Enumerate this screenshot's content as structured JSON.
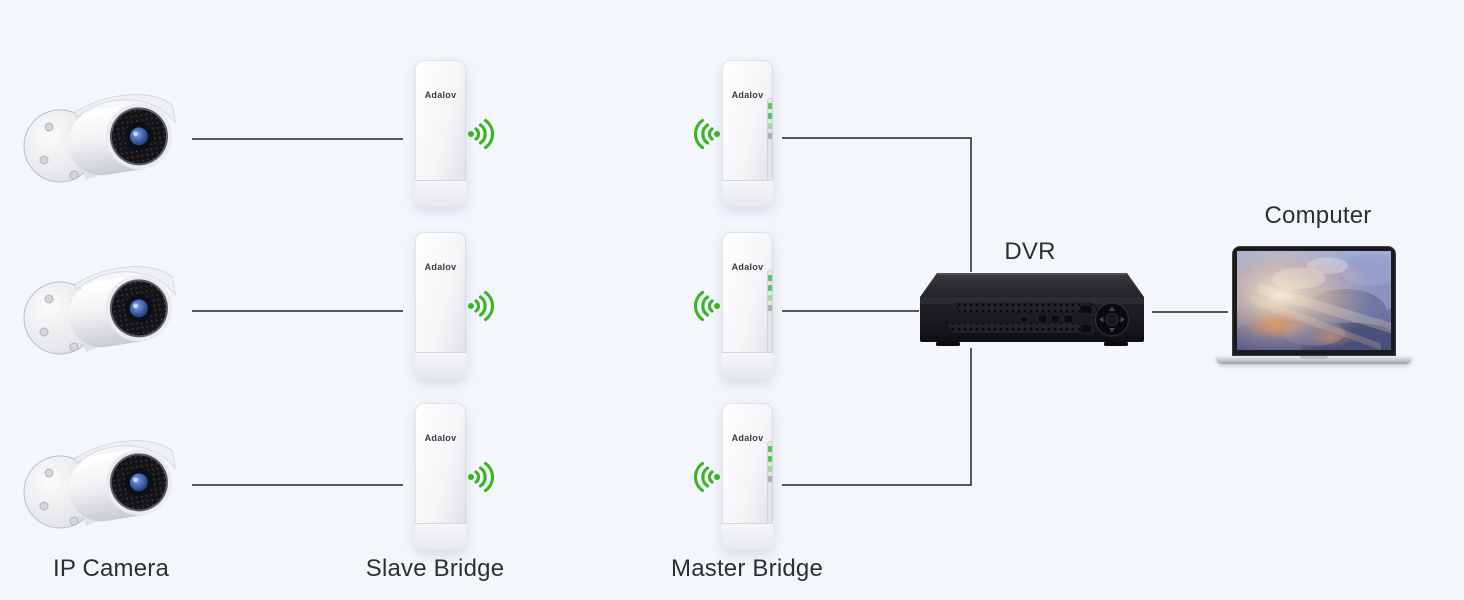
{
  "colors": {
    "bg_color": "#f3f7fc",
    "line_color": "#1d2230",
    "wifi_green": "#3cb425",
    "label_color": "#2e2e36"
  },
  "labels": {
    "ip_camera": "IP Camera",
    "slave_bridge": "Slave Bridge",
    "master_bridge": "Master Bridge",
    "dvr": "DVR",
    "computer": "Computer"
  },
  "devices": {
    "bridge_brand": "Adalov"
  }
}
